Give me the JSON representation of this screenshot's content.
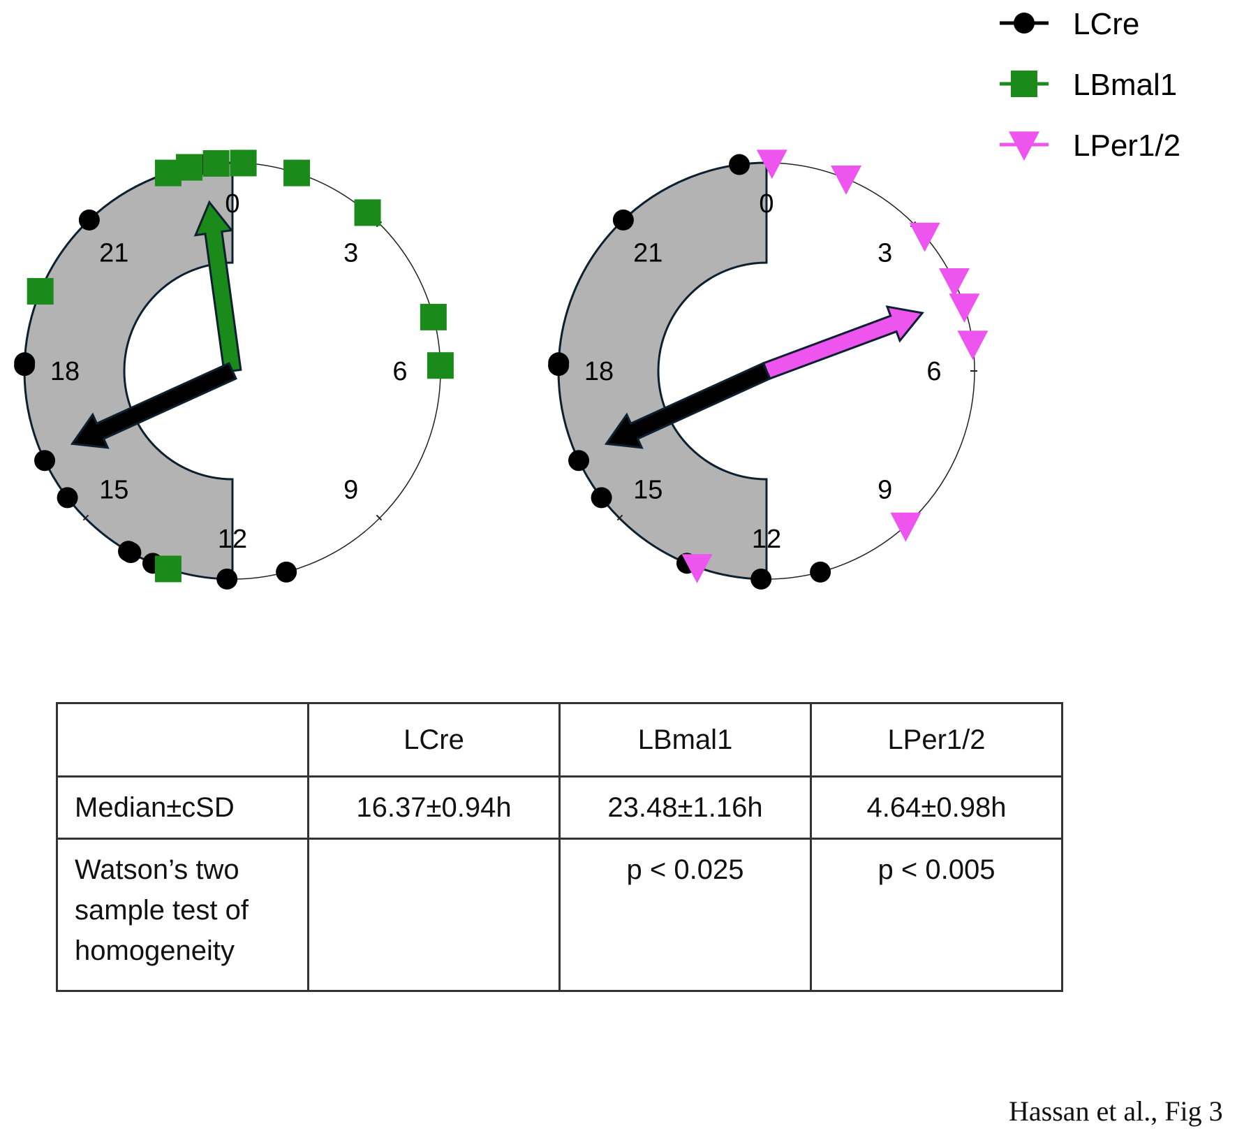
{
  "chart_data": [
    {
      "type": "polar-scatter",
      "clock_labels": [
        "0",
        "3",
        "6",
        "9",
        "12",
        "15",
        "18",
        "21"
      ],
      "clock_period_hours": 24,
      "shaded_arc_hours": [
        12,
        24
      ],
      "series": [
        {
          "name": "LCre",
          "marker": "circle",
          "color": "#000000",
          "hours": [
            12.1,
            11.0,
            13.5,
            14.0,
            13.95,
            15.5,
            16.3,
            18.1,
            18.15,
            21.1,
            23.5
          ]
        },
        {
          "name": "LBmal1",
          "marker": "square",
          "color": "#1a8a1a",
          "hours": [
            0.2,
            23.7,
            23.2,
            22.8,
            1.2,
            2.7,
            5.0,
            5.9,
            19.5,
            13.2
          ]
        }
      ],
      "mean_vectors": [
        {
          "series": "LBmal1",
          "hour": 23.48,
          "length": 0.87,
          "color": "#1a8a1a"
        },
        {
          "series": "LCre",
          "hour": 16.37,
          "length": 0.9,
          "color": "#000000"
        }
      ]
    },
    {
      "type": "polar-scatter",
      "clock_labels": [
        "0",
        "3",
        "6",
        "9",
        "12",
        "15",
        "18",
        "21"
      ],
      "clock_period_hours": 24,
      "shaded_arc_hours": [
        12,
        24
      ],
      "series": [
        {
          "name": "LCre",
          "marker": "circle",
          "color": "#000000",
          "hours": [
            12.1,
            11.0,
            13.5,
            15.5,
            16.3,
            18.1,
            18.15,
            21.1,
            23.5
          ]
        },
        {
          "name": "LPer1/2",
          "marker": "triangle-down",
          "color": "#ee55ee",
          "hours": [
            0.1,
            1.5,
            3.3,
            4.3,
            4.8,
            5.5,
            9.2,
            13.3
          ]
        }
      ],
      "mean_vectors": [
        {
          "series": "LPer1/2",
          "hour": 4.64,
          "length": 0.85,
          "color": "#ee55ee"
        },
        {
          "series": "LCre",
          "hour": 16.37,
          "length": 0.9,
          "color": "#000000"
        }
      ]
    }
  ],
  "legend": {
    "placement": "top-right",
    "items": [
      {
        "label": "LCre",
        "marker": "circle",
        "color": "#000000"
      },
      {
        "label": "LBmal1",
        "marker": "square",
        "color": "#1a8a1a"
      },
      {
        "label": "LPer1/2",
        "marker": "triangle-down",
        "color": "#ee55ee"
      }
    ]
  },
  "table": {
    "headers": [
      "",
      "LCre",
      "LBmal1",
      "LPer1/2"
    ],
    "median_label": "Median±cSD",
    "median_values": [
      "16.37±0.94h",
      "23.48±1.16h",
      "4.64±0.98h"
    ],
    "watson_label_lines": [
      "Watson’s two",
      "sample test of",
      "homogeneity"
    ],
    "watson_values": [
      "",
      "p < 0.025",
      "p < 0.005"
    ]
  },
  "credit": "Hassan et al., Fig 3"
}
